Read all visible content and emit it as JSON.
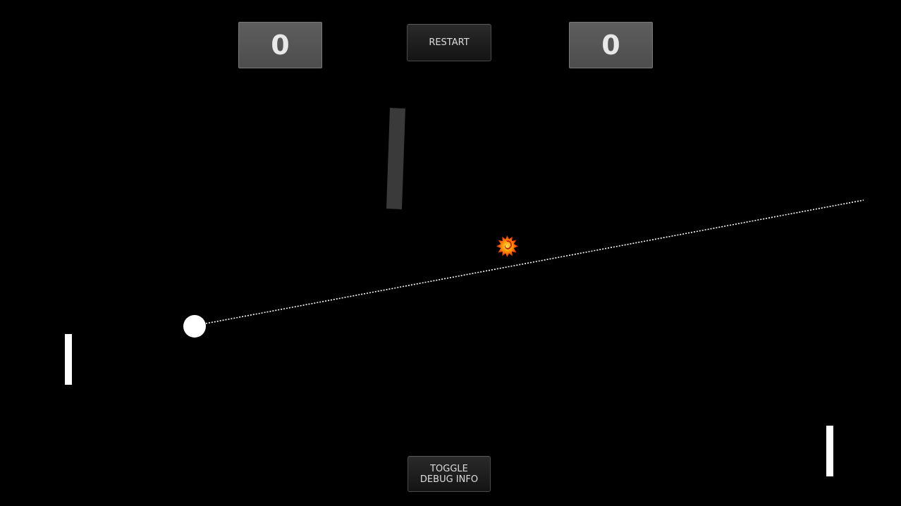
{
  "scoreboard": {
    "left_score": "0",
    "right_score": "0"
  },
  "controls": {
    "restart_label": "RESTART",
    "debug_label": "TOGGLE\nDEBUG INFO"
  },
  "field": {
    "background_color": "#000000",
    "paddle_color": "#ffffff",
    "ball_color": "#ffffff",
    "obstacle_color": "#3a3a3a",
    "trajectory_color": "#ffffff"
  },
  "powerup": {
    "icon": "fireball-icon",
    "colors": [
      "#ff6a00",
      "#ffb300",
      "#d42a00"
    ]
  }
}
